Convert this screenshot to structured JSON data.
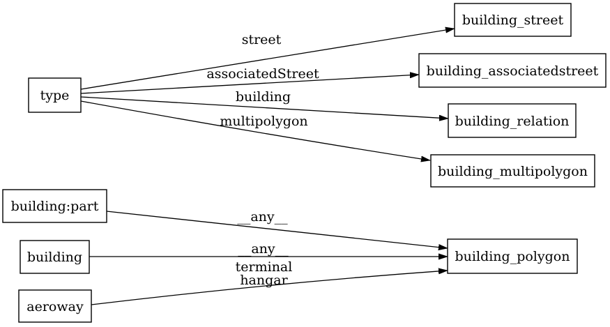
{
  "graph": {
    "nodes": [
      {
        "id": "type",
        "label": "type"
      },
      {
        "id": "building_street",
        "label": "building_street"
      },
      {
        "id": "building_associatedstreet",
        "label": "building_associatedstreet"
      },
      {
        "id": "building_relation",
        "label": "building_relation"
      },
      {
        "id": "building_multipolygon",
        "label": "building_multipolygon"
      },
      {
        "id": "building_polygon",
        "label": "building_polygon"
      },
      {
        "id": "building:part",
        "label": "building:part"
      },
      {
        "id": "building",
        "label": "building"
      },
      {
        "id": "aeroway",
        "label": "aeroway"
      }
    ],
    "edges": [
      {
        "from": "type",
        "to": "building_street",
        "label": "street"
      },
      {
        "from": "type",
        "to": "building_associatedstreet",
        "label": "associatedStreet"
      },
      {
        "from": "type",
        "to": "building_relation",
        "label": "building"
      },
      {
        "from": "type",
        "to": "building_multipolygon",
        "label": "multipolygon"
      },
      {
        "from": "building:part",
        "to": "building_polygon",
        "label": "__any__"
      },
      {
        "from": "building",
        "to": "building_polygon",
        "label": "__any__"
      },
      {
        "from": "aeroway",
        "to": "building_polygon",
        "label": "terminal\nhangar",
        "label_lines": [
          "terminal",
          "hangar"
        ]
      }
    ],
    "colors": {
      "background": "#ffffff",
      "node_fill": "#ffffff",
      "node_border": "#000000",
      "edge_stroke": "#000000",
      "text": "#000000"
    }
  }
}
